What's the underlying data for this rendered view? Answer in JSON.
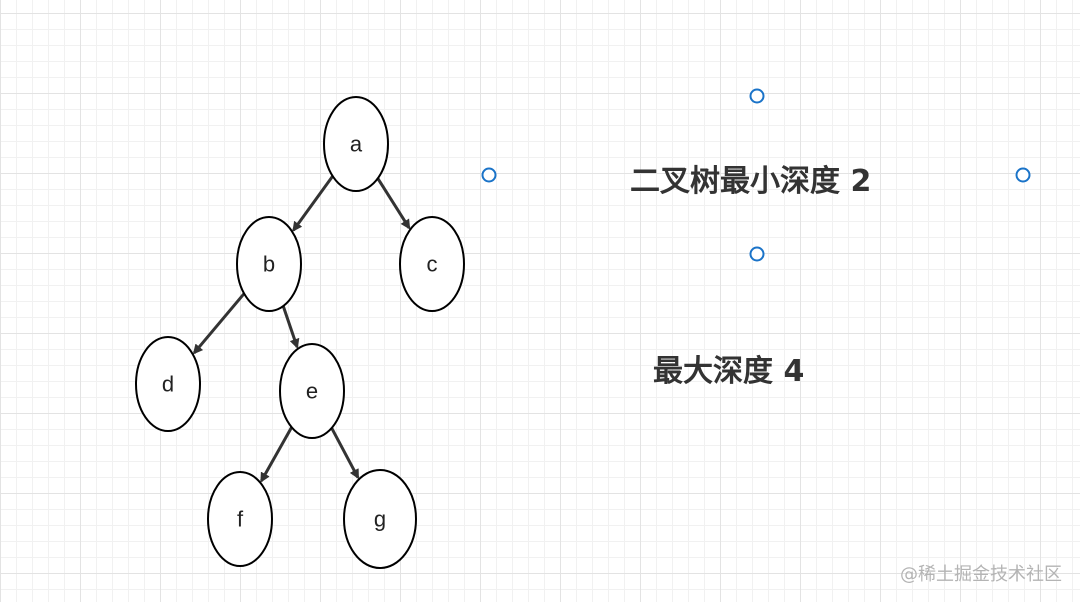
{
  "tree": {
    "nodes": [
      {
        "id": "a",
        "label": "a"
      },
      {
        "id": "b",
        "label": "b"
      },
      {
        "id": "c",
        "label": "c"
      },
      {
        "id": "d",
        "label": "d"
      },
      {
        "id": "e",
        "label": "e"
      },
      {
        "id": "f",
        "label": "f"
      },
      {
        "id": "g",
        "label": "g"
      }
    ],
    "edges": [
      {
        "from": "a",
        "to": "b"
      },
      {
        "from": "a",
        "to": "c"
      },
      {
        "from": "b",
        "to": "d"
      },
      {
        "from": "b",
        "to": "e"
      },
      {
        "from": "e",
        "to": "f"
      },
      {
        "from": "e",
        "to": "g"
      }
    ]
  },
  "labels": {
    "min_depth": "二叉树最小深度 2",
    "max_depth": "最大深度 4"
  },
  "watermark": "@稀土掘金技术社区",
  "colors": {
    "selection_handle": "#1a73c8",
    "edge": "#333333",
    "node_stroke": "#000000"
  }
}
